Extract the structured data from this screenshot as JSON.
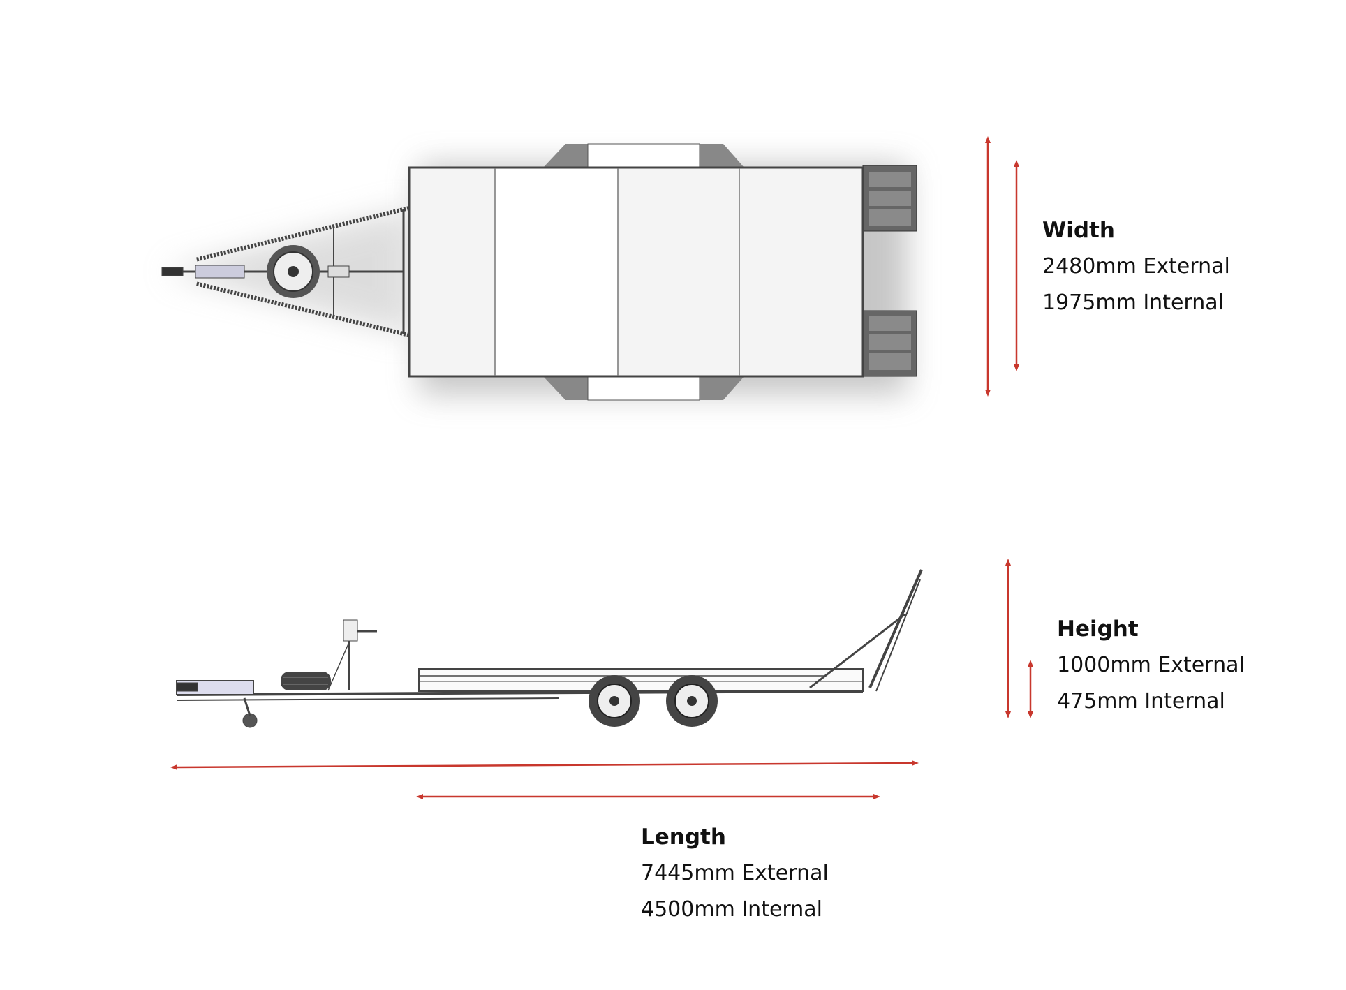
{
  "accent_color": "#c8372d",
  "width": {
    "title": "Width",
    "external": "2480mm External",
    "internal": "1975mm Internal"
  },
  "height": {
    "title": "Height",
    "external": "1000mm External",
    "internal": "475mm Internal"
  },
  "length": {
    "title": "Length",
    "external": "7445mm External",
    "internal": "4500mm Internal"
  }
}
